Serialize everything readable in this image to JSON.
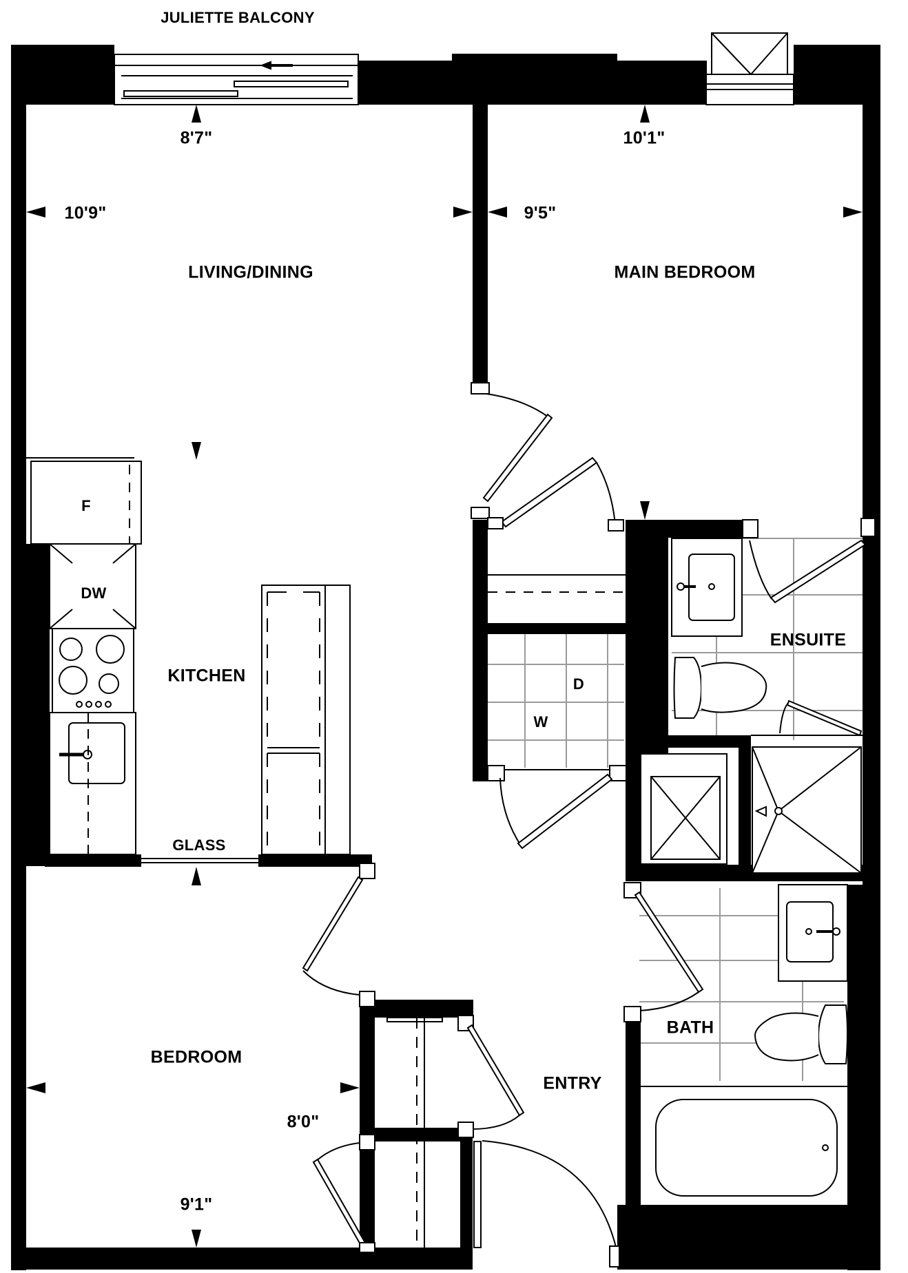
{
  "plan": {
    "colors": {
      "wall": "#000000",
      "line": "#000000",
      "tile": "#999999",
      "background": "#ffffff"
    },
    "labels": {
      "balcony": "JULIETTE BALCONY",
      "living_dining": "LIVING/DINING",
      "main_bedroom": "MAIN BEDROOM",
      "kitchen": "KITCHEN",
      "ensuite": "ENSUITE",
      "bedroom": "BEDROOM",
      "bath": "BATH",
      "entry": "ENTRY",
      "glass": "GLASS"
    },
    "appliances": {
      "fridge": "F",
      "dishwasher": "DW",
      "washer": "W",
      "dryer": "D"
    },
    "dimensions": {
      "living_depth": "8'7\"",
      "living_width": "10'9\"",
      "main_bedroom_depth": "10'1\"",
      "main_bedroom_width": "9'5\"",
      "bedroom_width": "8'0\"",
      "bedroom_depth": "9'1\""
    }
  }
}
